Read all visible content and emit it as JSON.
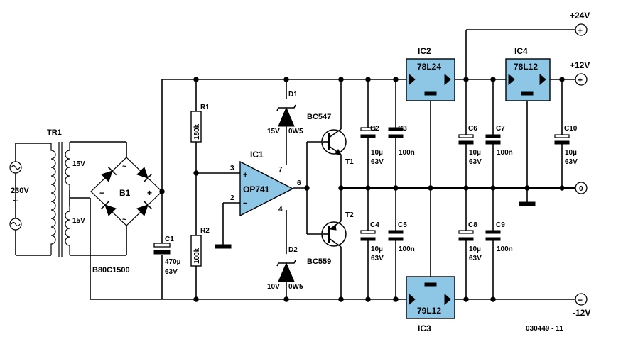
{
  "transformer": {
    "ref": "TR1",
    "primary": "230V",
    "primary_symbol": "~",
    "secondary_top": "15V",
    "secondary_bottom": "15V"
  },
  "bridge": {
    "ref": "B1",
    "part": "B80C1500",
    "plus": "+",
    "minus": "−",
    "tilde": "~"
  },
  "c1": {
    "ref": "C1",
    "value": "470µ",
    "voltage": "63V"
  },
  "r1": {
    "ref": "R1",
    "value": "180k"
  },
  "r2": {
    "ref": "R2",
    "value": "100k"
  },
  "d1": {
    "ref": "D1",
    "value": "15V",
    "power": "0W5"
  },
  "d2": {
    "ref": "D2",
    "value": "10V",
    "power": "0W5"
  },
  "ic1": {
    "ref": "IC1",
    "part": "OP741",
    "pin3": "3",
    "pin2": "2",
    "pin7": "7",
    "pin4": "4",
    "pin6": "6",
    "plus": "+",
    "minus": "−"
  },
  "t1": {
    "ref": "T1",
    "part": "BC547"
  },
  "t2": {
    "ref": "T2",
    "part": "BC559"
  },
  "caps": {
    "c2": {
      "ref": "C2",
      "value": "10µ",
      "voltage": "63V"
    },
    "c3": {
      "ref": "C3",
      "value": "100n"
    },
    "c4": {
      "ref": "C4",
      "value": "10µ",
      "voltage": "63V"
    },
    "c5": {
      "ref": "C5",
      "value": "100n"
    },
    "c6": {
      "ref": "C6",
      "value": "10µ",
      "voltage": "63V"
    },
    "c7": {
      "ref": "C7",
      "value": "100n"
    },
    "c8": {
      "ref": "C8",
      "value": "10µ",
      "voltage": "63V"
    },
    "c9": {
      "ref": "C9",
      "value": "100n"
    },
    "c10": {
      "ref": "C10",
      "value": "10µ",
      "voltage": "63V"
    }
  },
  "ic2": {
    "ref": "IC2",
    "part": "78L24"
  },
  "ic3": {
    "ref": "IC3",
    "part": "79L12"
  },
  "ic4": {
    "ref": "IC4",
    "part": "78L12"
  },
  "rails": {
    "p24": "+24V",
    "p12": "+12V",
    "zero": "0",
    "n12": "-12V",
    "plus_symbol": "+",
    "minus_symbol": "−"
  },
  "figure_id": "030449 - 11"
}
